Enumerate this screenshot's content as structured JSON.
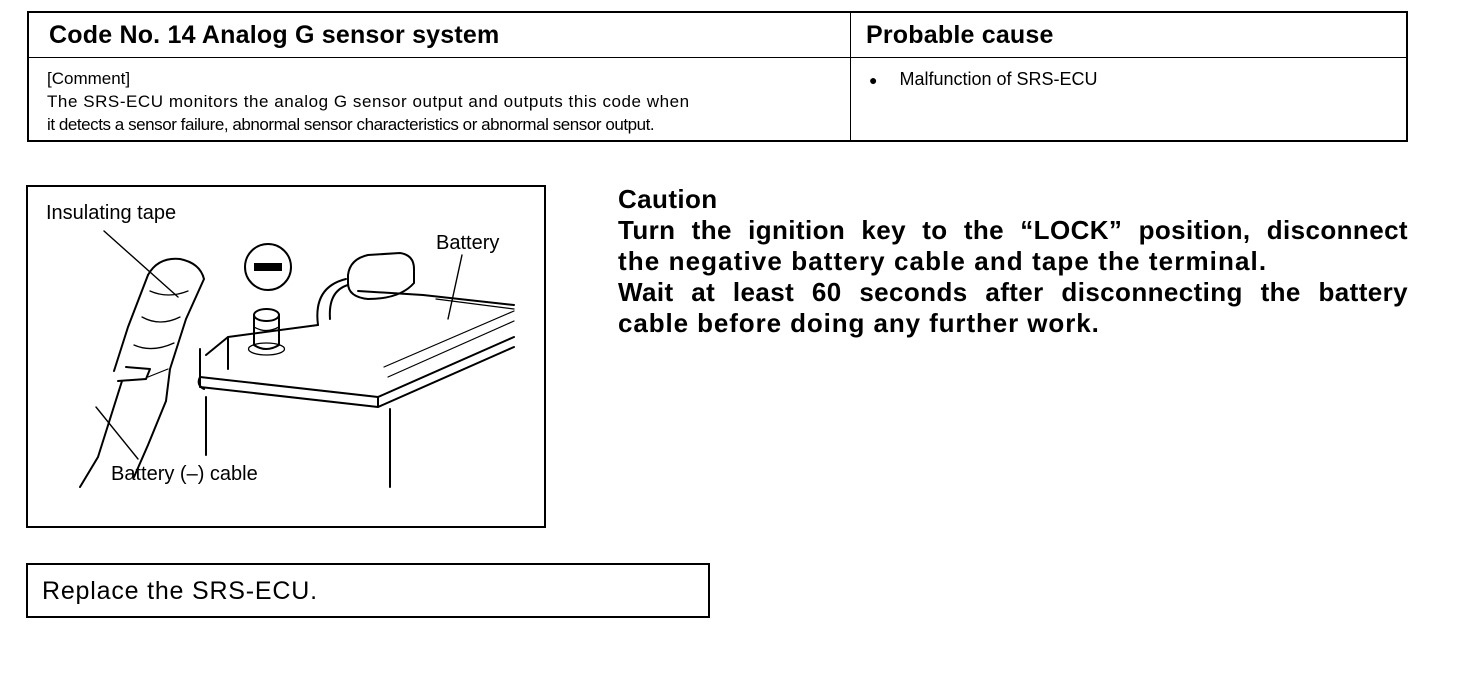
{
  "table": {
    "header_left": "Code No. 14 Analog G sensor system",
    "header_right": "Probable cause",
    "comment_label": "[Comment]",
    "comment_line1": "The SRS-ECU monitors the analog G sensor output and outputs this code when",
    "comment_line2": "it detects a sensor failure, abnormal sensor characteristics or abnormal sensor output.",
    "cause_bullet": "●",
    "cause_item": "Malfunction of SRS-ECU"
  },
  "figure": {
    "label_insulating_tape": "Insulating tape",
    "label_battery": "Battery",
    "label_cable": "Battery (–) cable",
    "negative_symbol": "−"
  },
  "caution": {
    "title": "Caution",
    "line1": "Turn the ignition key to the “LOCK” position, disconnect",
    "line2": "the negative battery cable and tape the terminal.",
    "line3": "Wait at least 60 seconds after disconnecting the battery",
    "line4": "cable before doing any further work."
  },
  "action": {
    "text": "Replace the SRS-ECU."
  }
}
